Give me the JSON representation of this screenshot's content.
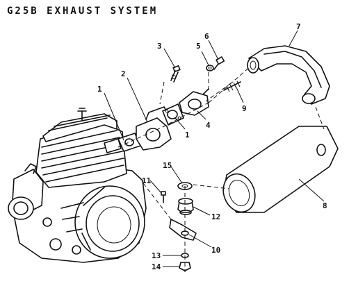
{
  "title": "G25B EXHAUST SYSTEM",
  "callouts": [
    {
      "id": "c1a",
      "label": "1"
    },
    {
      "id": "c2",
      "label": "2"
    },
    {
      "id": "c3",
      "label": "3"
    },
    {
      "id": "c1b",
      "label": "1"
    },
    {
      "id": "c4",
      "label": "4"
    },
    {
      "id": "c5",
      "label": "5"
    },
    {
      "id": "c6",
      "label": "6"
    },
    {
      "id": "c7",
      "label": "7"
    },
    {
      "id": "c9",
      "label": "9"
    },
    {
      "id": "c8",
      "label": "8"
    },
    {
      "id": "c15",
      "label": "15"
    },
    {
      "id": "c11",
      "label": "11"
    },
    {
      "id": "c12",
      "label": "12"
    },
    {
      "id": "c10",
      "label": "10"
    },
    {
      "id": "c13",
      "label": "13"
    },
    {
      "id": "c14",
      "label": "14"
    }
  ]
}
